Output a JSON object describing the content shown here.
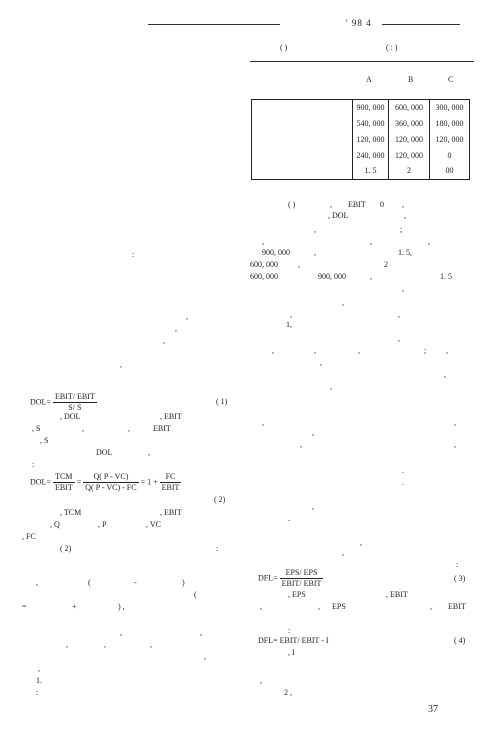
{
  "header": {
    "issue": "' 98  4"
  },
  "table": {
    "caption": "(    )",
    "caption_right": "(           :   )",
    "columns": [
      "A",
      "B",
      "C"
    ],
    "rows": [
      [
        "900, 000",
        "600, 000",
        "300, 000"
      ],
      [
        "540, 000",
        "360, 000",
        "180, 000"
      ],
      [
        "120, 000",
        "120, 000",
        "120, 000"
      ],
      [
        "240, 000",
        "120, 000",
        "0"
      ],
      [
        "1. 5",
        "2",
        "00"
      ]
    ]
  },
  "left": {
    "colon1": ":",
    "frag1": ",",
    "frag2": ",",
    "frag3": ",",
    "frag4": ",",
    "dol_label": "DOL=",
    "dol_num": "EBIT/ EBIT",
    "dol_den": "S/ S",
    "eq1_no": "( 1)",
    "line_a1": ", DOL",
    "line_a2": ", EBIT",
    "line_b1": ", S",
    "line_b2": ",",
    "line_b3": ",",
    "line_b4": "EBIT",
    "line_c": ",    S",
    "line_d1": "DOL",
    "line_d2": ",",
    "colon2": ":",
    "dol2_label": "DOL=",
    "tcm": "TCM",
    "ebit": "EBIT",
    "q_num": "Q( P -  VC)",
    "q_den": "Q( P -  VC) -  FC",
    "plus": "= 1 +",
    "fc": "FC",
    "ebit2": "EBIT",
    "eq2_no": "( 2)",
    "line_e1": ", TCM",
    "line_e2": ", EBIT",
    "line_f1": ", Q",
    "line_f2": ", P",
    "line_f3": ", VC",
    "line_g": ", FC",
    "line_h1": "( 2)",
    "line_h2": ":",
    "line_i1": ",",
    "line_i2": "(",
    "line_i3": "-",
    "line_i4": ")",
    "line_j": "(",
    "line_k1": "=",
    "line_k2": "+",
    "line_k3": ") ,",
    "line_l1": ",",
    "line_l2": ",",
    "line_m1": ",",
    "line_m2": ",",
    "line_m3": ",",
    "line_m4": ",",
    "line_n": ",",
    "item1": "1.",
    "colon3": ":"
  },
  "right": {
    "p1_a": "(    )",
    "p1_b": ",",
    "p1_c": "EBIT",
    "p1_d": "0",
    "p1_e": ",",
    "p2_a": ", DOL",
    "p2_b": ",",
    "p3_a": ",",
    "p3_b": ";",
    "p4_a": ",",
    "p4_b": ",",
    "p4_c": ",",
    "p5_a": "900, 000",
    "p5_b": ",",
    "p5_c": "1. 5,",
    "p6_a": "600, 000",
    "p6_b": ",",
    "p6_c": "2",
    "p7_a": "600, 000",
    "p7_b": "900, 000",
    "p7_c": ",",
    "p7_d": "1. 5",
    "p8": ",",
    "p9": ",",
    "p10_a": ",",
    "p10_b": ",",
    "p11": "1,",
    "p12": ",",
    "p13_a": ",",
    "p13_b": ",",
    "p13_c": ",",
    "p13_d": ";",
    "p13_e": ",",
    "p14_a": ",",
    "p14_b": ",",
    "p15": ",",
    "p16_a": ",",
    "p16_b": ",",
    "p17": ",",
    "p18_a": ",",
    "p18_b": ",",
    "p19": ".",
    "p20": ".",
    "p21": ",",
    "p22": ".",
    "p23": ",",
    "p24": ",",
    "colon": ":",
    "dfl_label": "DFL=",
    "dfl_num": "EPS/ EPS",
    "dfl_den": "EBIT/ EBIT",
    "eq3_no": "( 3)",
    "l3_a": ", EPS",
    "l3_b": ", EBIT",
    "l4_a": ",",
    "l4_b": ",",
    "l4_c": "EPS",
    "l4_d": ",",
    "l4_e": "EBIT",
    "colon4": ":",
    "dfl2": "DFL= EBIT/ EBIT -  I",
    "eq4_no": "( 4)",
    "l5": ", I",
    "l6": ",",
    "item2": "2 ,"
  },
  "footer": {
    "page": "37"
  }
}
